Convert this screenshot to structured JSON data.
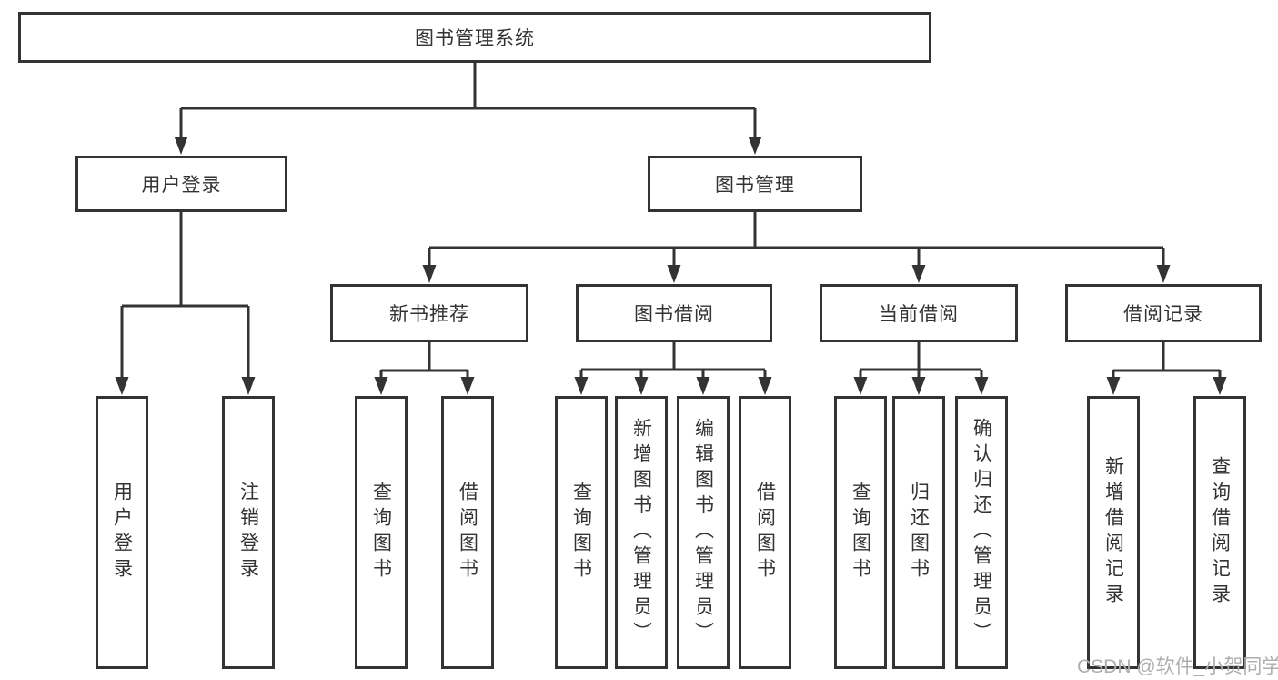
{
  "tree": {
    "root": {
      "label": "图书管理系统"
    },
    "children": [
      {
        "label": "用户登录",
        "children": [
          {
            "label": "用户登录"
          },
          {
            "label": "注销登录"
          }
        ]
      },
      {
        "label": "图书管理",
        "children": [
          {
            "label": "新书推荐",
            "children": [
              {
                "label": "查询图书"
              },
              {
                "label": "借阅图书"
              }
            ]
          },
          {
            "label": "图书借阅",
            "children": [
              {
                "label": "查询图书"
              },
              {
                "label": "新增图书（管理员）"
              },
              {
                "label": "编辑图书（管理员）"
              },
              {
                "label": "借阅图书"
              }
            ]
          },
          {
            "label": "当前借阅",
            "children": [
              {
                "label": "查询图书"
              },
              {
                "label": "归还图书"
              },
              {
                "label": "确认归还（管理员）"
              }
            ]
          },
          {
            "label": "借阅记录",
            "children": [
              {
                "label": "新增借阅记录"
              },
              {
                "label": "查询借阅记录"
              }
            ]
          }
        ]
      }
    ]
  },
  "watermark": {
    "text": "CSDN @软件_小贺同学"
  },
  "colors": {
    "line": "#333333",
    "box_border": "#333333",
    "box_background": "#ffffff",
    "text": "#333333",
    "watermark": "#aeaeae",
    "page_background": "#ffffff"
  }
}
